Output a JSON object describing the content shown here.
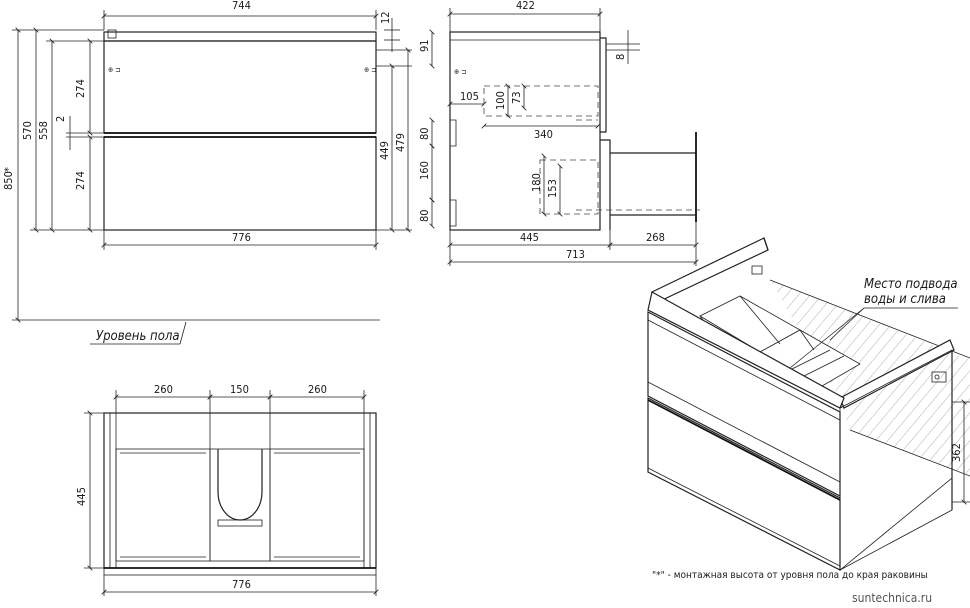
{
  "front_view": {
    "dim_width_top": "744",
    "dim_top_thickness": "12",
    "dim_overall_height": "850",
    "dim_asterisk": "*",
    "dim_570": "570",
    "dim_558": "558",
    "dim_274_upper": "274",
    "dim_gap": "2",
    "dim_274_lower": "274",
    "dim_449": "449",
    "dim_479": "479",
    "dim_width_bottom": "776"
  },
  "floor_label": "Уровень пола",
  "side_view": {
    "dim_depth_top": "422",
    "dim_91": "91",
    "dim_8": "8",
    "dim_105": "105",
    "dim_100": "100",
    "dim_73": "73",
    "dim_340": "340",
    "dim_80_upper": "80",
    "dim_160": "160",
    "dim_180": "180",
    "dim_153": "153",
    "dim_80_lower": "80",
    "dim_445": "445",
    "dim_268": "268",
    "dim_713": "713"
  },
  "plan_view": {
    "dim_260_left": "260",
    "dim_150": "150",
    "dim_260_right": "260",
    "dim_445": "445",
    "dim_776": "776"
  },
  "iso_view": {
    "callout_line1": "Место подвода",
    "callout_line2": "воды и слива",
    "dim_362": "362"
  },
  "footnote": "\"*\" - монтажная высота от уровня пола до края раковины",
  "watermark": "suntechnica.ru"
}
